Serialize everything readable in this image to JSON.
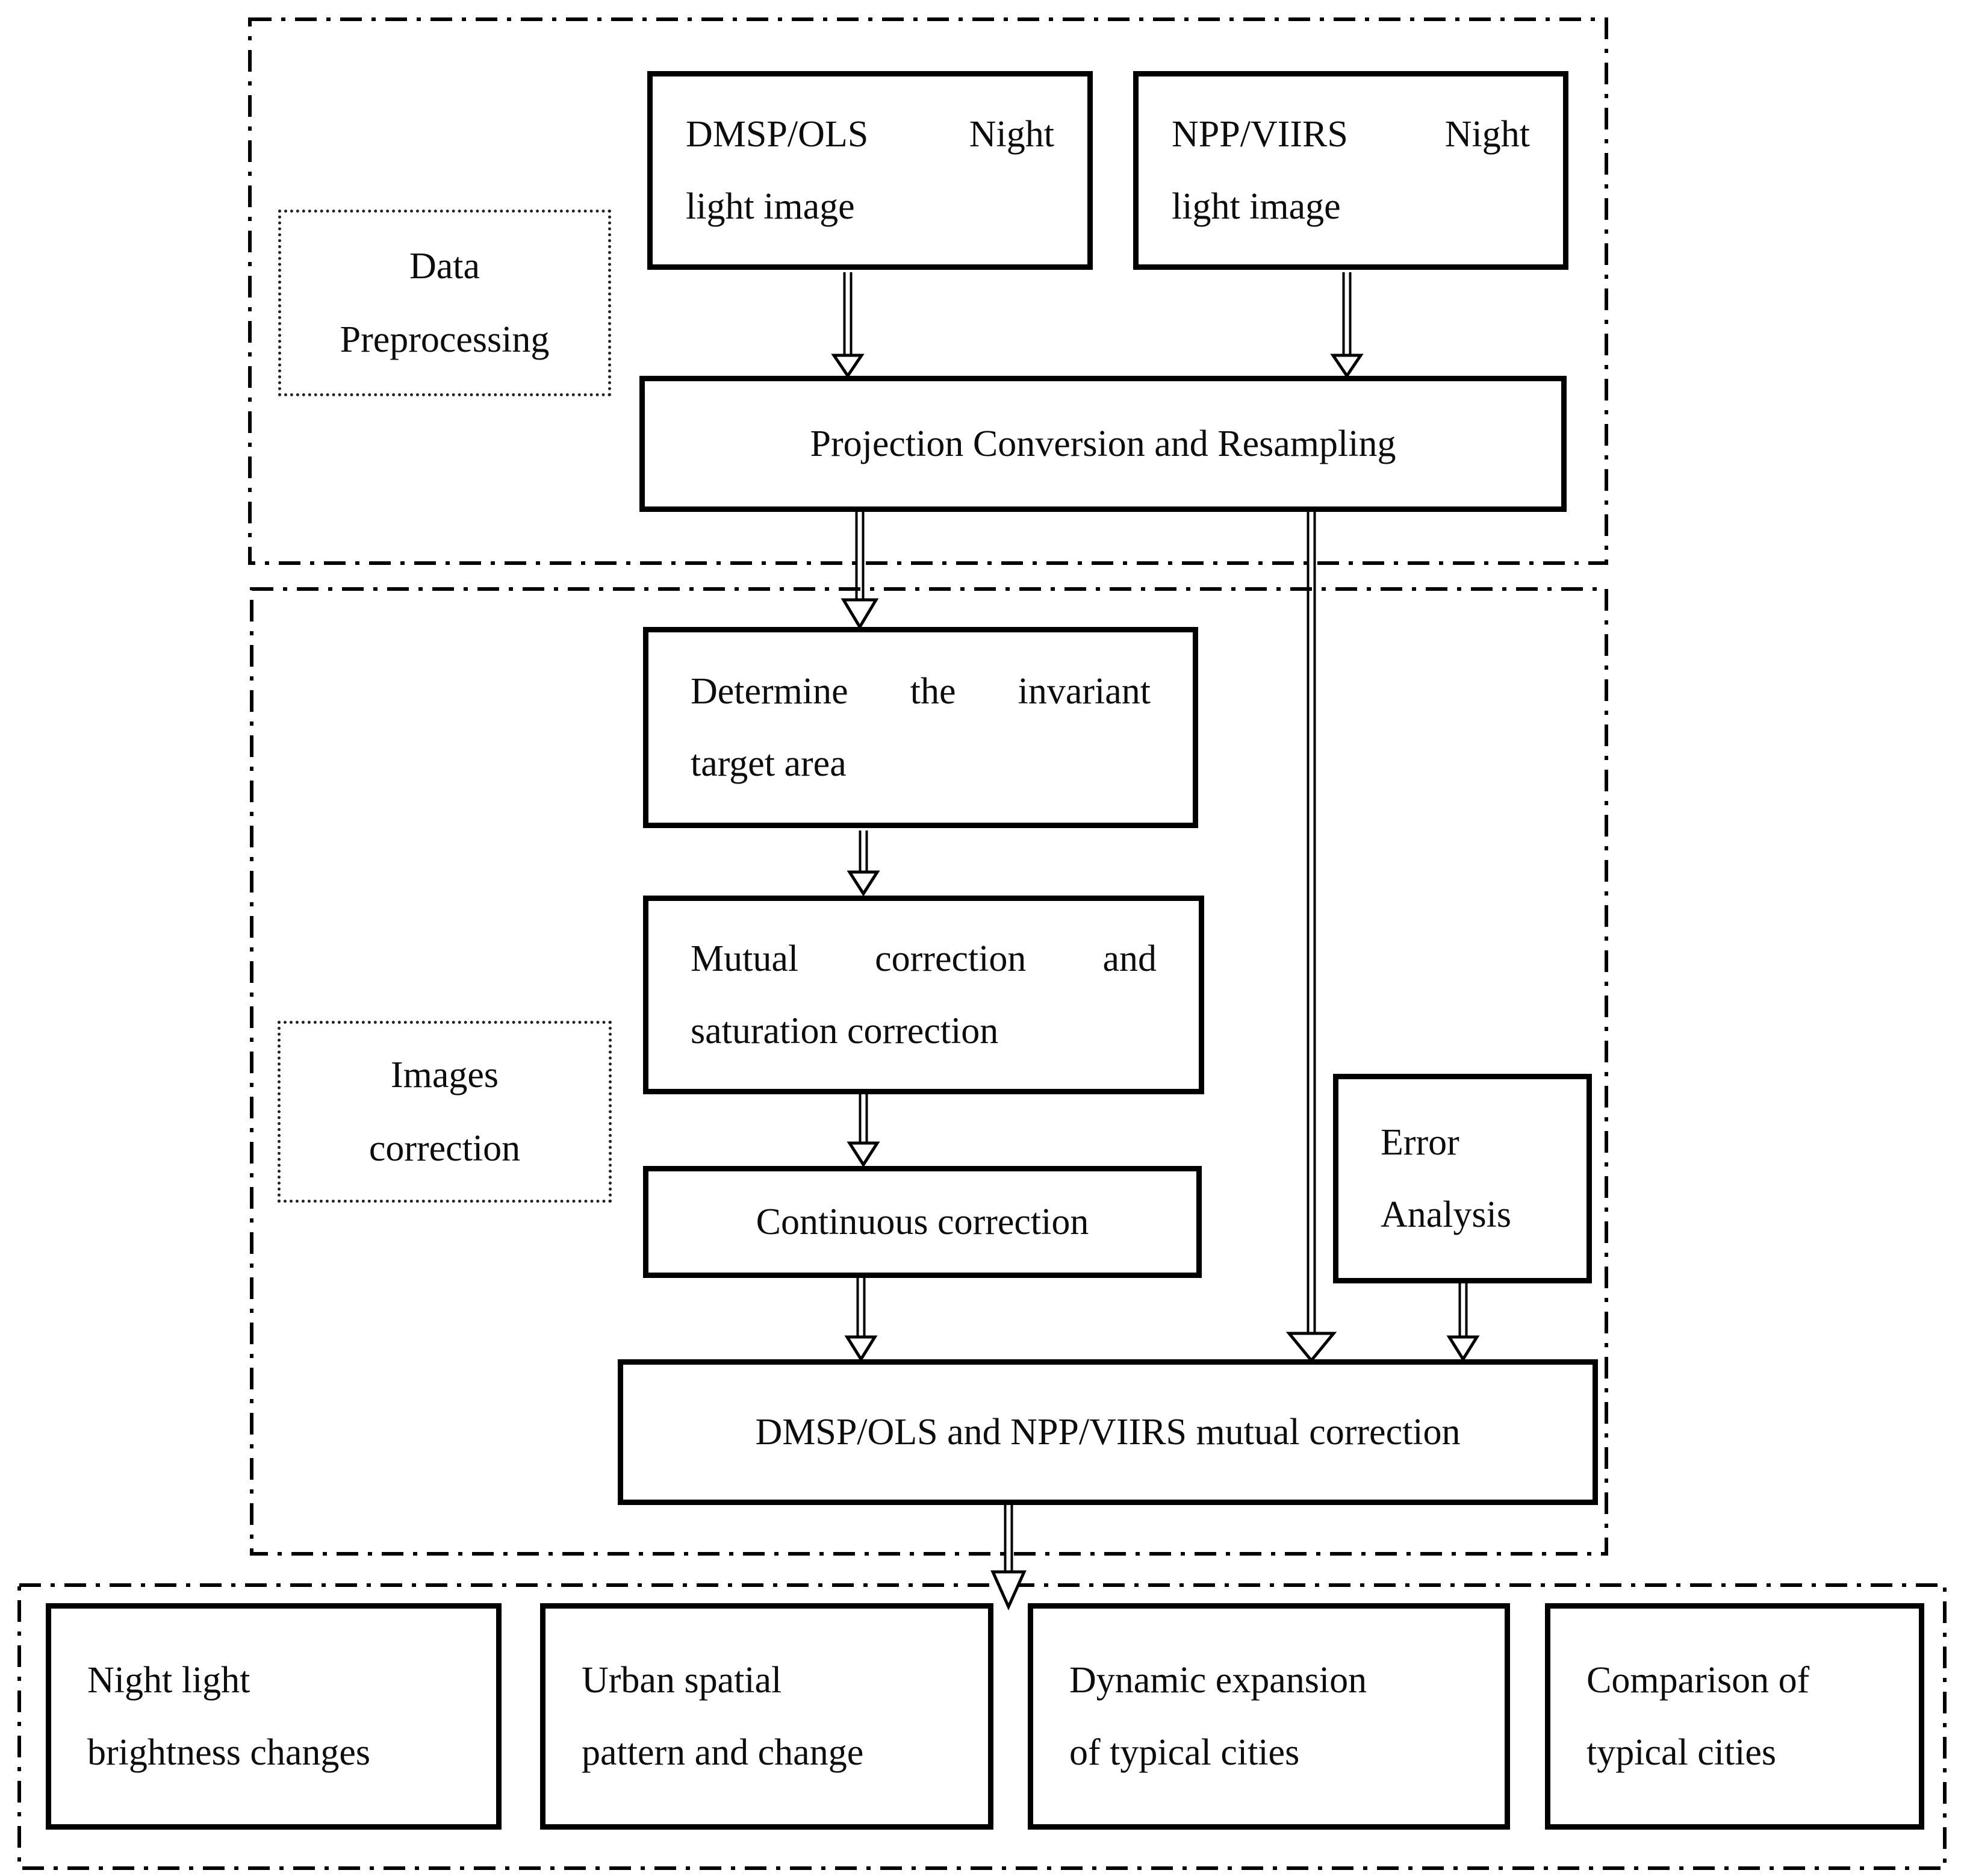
{
  "diagram_type": "flowchart",
  "colors": {
    "ink": "#000000",
    "paper": "#ffffff"
  },
  "sections": {
    "data_preprocessing": {
      "lines": [
        "Data",
        "Preprocessing"
      ]
    },
    "images_correction": {
      "lines": [
        "Images",
        "correction"
      ]
    }
  },
  "nodes": {
    "dmsp_night": {
      "lines": [
        "DMSP/OLS Night",
        "light image"
      ]
    },
    "npp_night": {
      "lines": [
        "NPP/VIIRS Night",
        "light image"
      ]
    },
    "projection_resampling": {
      "lines": [
        "Projection Conversion and Resampling"
      ]
    },
    "determine_invariant": {
      "lines": [
        "Determine the invariant",
        "target area"
      ]
    },
    "mutual_saturation": {
      "lines": [
        "Mutual correction and",
        "saturation correction"
      ]
    },
    "continuous_correction": {
      "lines": [
        "Continuous correction"
      ]
    },
    "error_analysis": {
      "lines": [
        "Error",
        "Analysis"
      ]
    },
    "dmsp_npp_mutual": {
      "lines": [
        "DMSP/OLS and NPP/VIIRS mutual correction"
      ]
    },
    "night_light_brightness": {
      "lines": [
        "Night light",
        "brightness changes"
      ]
    },
    "urban_spatial": {
      "lines": [
        "Urban spatial",
        "pattern and change"
      ]
    },
    "dynamic_expansion": {
      "lines": [
        "Dynamic expansion",
        "of typical cities"
      ]
    },
    "comparison_cities": {
      "lines": [
        "Comparison of",
        "typical cities"
      ]
    }
  }
}
